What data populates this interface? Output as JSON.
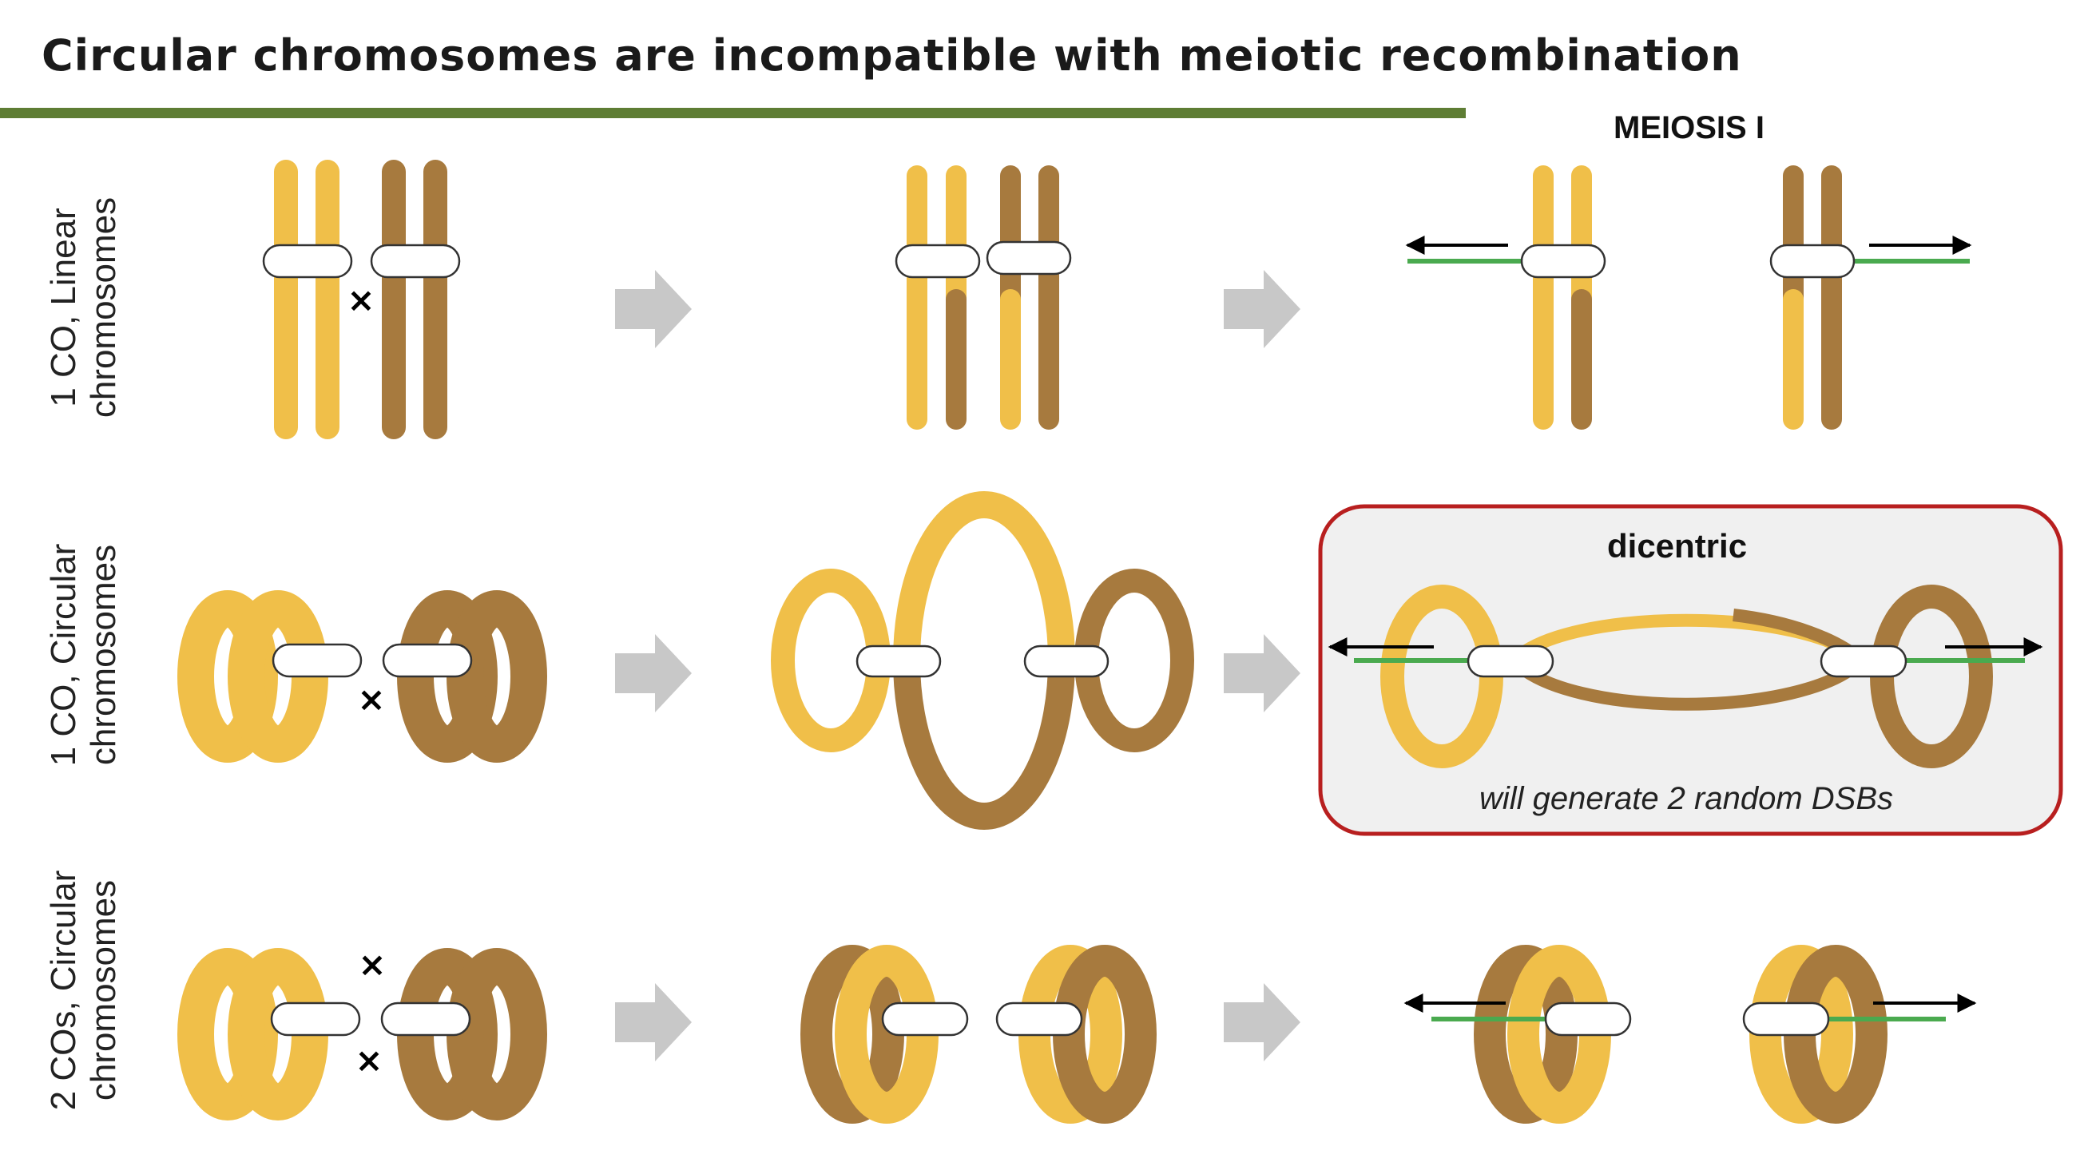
{
  "title": "Circular chromosomes are incompatible with meiotic recombination",
  "meiosis_label": "MEIOSIS I",
  "rows": [
    {
      "label_line1": "1 CO, Linear",
      "label_line2": "chromosomes"
    },
    {
      "label_line1": "1 CO, Circular",
      "label_line2": "chromosomes"
    },
    {
      "label_line1": "2 COs, Circular",
      "label_line2": "chromosomes"
    }
  ],
  "dicentric_label": "dicentric",
  "dsb_note": "will generate 2 random DSBs",
  "crossover_mark": "×",
  "colors": {
    "yellow": "#f0bf49",
    "brown": "#a77a3e",
    "brown_dark": "#9a6f38",
    "green": "#4aaa4f",
    "arrow_gray": "#c8c8c8",
    "title_rule": "#5e7d34",
    "box_border": "#b81f1f",
    "box_fill": "#f0f0f0"
  }
}
